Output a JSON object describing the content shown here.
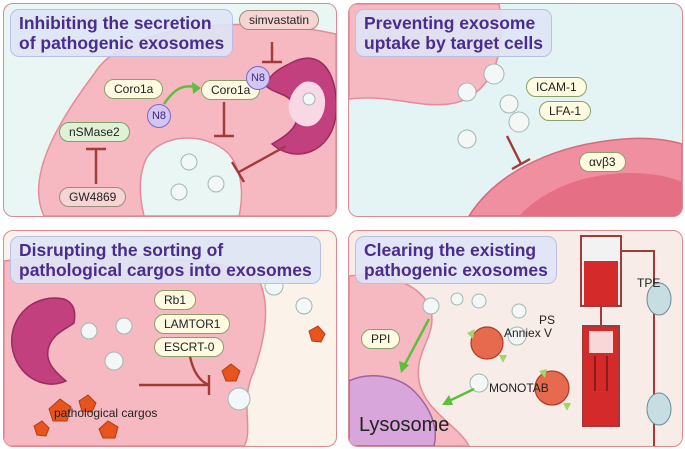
{
  "panel1": {
    "title_line1": "Inhibiting the secretion",
    "title_line2": "of pathogenic exosomes",
    "simvastatin": "simvastatin",
    "coro1a_left": "Coro1a",
    "coro1a_right": "Coro1a",
    "n8_a": "N8",
    "n8_b": "N8",
    "nsmase2": "nSMase2",
    "gw4869": "GW4869"
  },
  "panel2": {
    "title_line1": "Preventing exosome",
    "title_line2": "uptake by target cells",
    "icam1": "ICAM-1",
    "lfa1": "LFA-1",
    "integrin": "αvβ3"
  },
  "panel3": {
    "title_line1": "Disrupting the sorting of",
    "title_line2": "pathological cargos into exosomes",
    "rb1": "Rb1",
    "lamtor1": "LAMTOR1",
    "escrt0": "ESCRT-0",
    "cargos": "pathological cargos"
  },
  "panel4": {
    "title_line1": "Clearing the existing",
    "title_line2": "pathogenic exosomes",
    "ppi": "PPI",
    "ps": "PS",
    "anniex": "Anniex V",
    "monotab": "MONOTAB",
    "tpe": "TPE",
    "lysosome": "Lysosome"
  },
  "colors": {
    "inhibitor": "#a33a3a",
    "activation": "#5cbf3a",
    "cell": "#f5b4bd",
    "title_text": "#4b2c8c"
  }
}
